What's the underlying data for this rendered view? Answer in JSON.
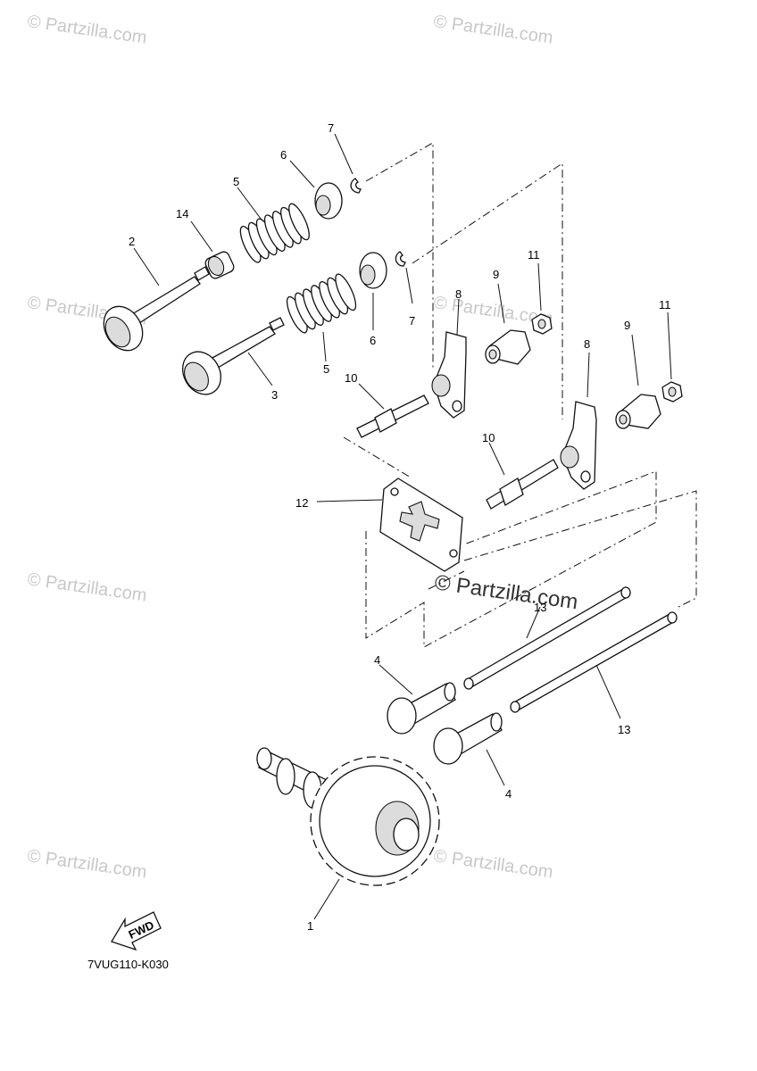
{
  "watermark": {
    "text": "© Partzilla.com",
    "main_text": "© Partzilla.com"
  },
  "diagram_code": "7VUG110-K030",
  "fwd_arrow_label": "FWD",
  "part_labels": {
    "camshaft": "1",
    "valve_exhaust": "2",
    "valve_intake": "3",
    "valve_lifter_a": "4",
    "valve_lifter_b": "4",
    "spring_upper": "5",
    "spring_lower": "5",
    "retainer_upper": "6",
    "retainer_lower": "6",
    "cotter_upper": "7",
    "cotter_lower": "7",
    "rocker_arm_a": "8",
    "rocker_arm_b": "8",
    "pivot_a": "9",
    "pivot_b": "9",
    "stud_a": "10",
    "stud_b": "10",
    "nut_a": "11",
    "nut_b": "11",
    "guide_plate": "12",
    "push_rod_a": "13",
    "push_rod_b": "13",
    "stem_seal": "14"
  }
}
